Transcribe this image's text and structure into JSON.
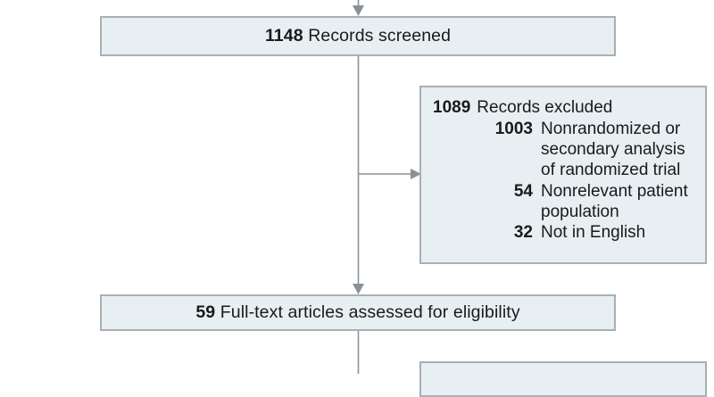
{
  "diagram": {
    "type": "prisma-flow-diagram",
    "colors": {
      "box_fill": "#e8eff2",
      "box_border": "#a9afb3",
      "connector": "#8a9196",
      "text": "#1a1a1a"
    },
    "boxes": {
      "records_screened": {
        "count": "1148",
        "label": "Records screened"
      },
      "records_excluded": {
        "count": "1089",
        "label": "Records excluded",
        "reasons": [
          {
            "count": "1003",
            "label": "Nonrandomized or secondary analysis of randomized trial"
          },
          {
            "count": "54",
            "label": "Nonrelevant patient population"
          },
          {
            "count": "32",
            "label": "Not in English"
          }
        ]
      },
      "full_text_assessed": {
        "count": "59",
        "label": "Full-text articles assessed for eligibility"
      },
      "next_box_partial": {
        "count": "",
        "label": ""
      }
    },
    "connectors": [
      {
        "name": "arrow-into-records-screened",
        "direction": "down"
      },
      {
        "name": "arrow-to-records-excluded",
        "direction": "right"
      },
      {
        "name": "arrow-into-full-text-assessed",
        "direction": "down"
      },
      {
        "name": "line-below-full-text",
        "direction": "down"
      }
    ]
  }
}
